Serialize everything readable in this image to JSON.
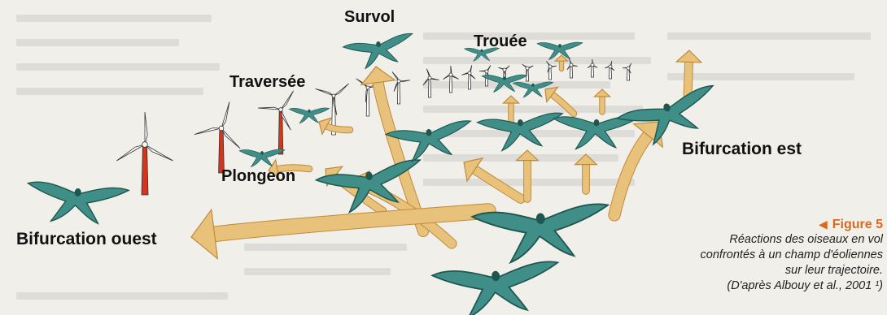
{
  "labels": {
    "survol": "Survol",
    "trouee": "Trouée",
    "traversee": "Traversée",
    "plongeon": "Plongeon",
    "bifurcation_est": "Bifurcation est",
    "bifurcation_ouest": "Bifurcation ouest"
  },
  "caption": {
    "figure": "Figure 5",
    "line1": "Réactions des oiseaux en vol",
    "line2": "confrontés à un champ d'éoliennes",
    "line3": "sur leur trajectoire.",
    "source": "(D'après Albouy et al., 2001 ¹)"
  },
  "colors": {
    "bird": "#3f8f88",
    "bird_dark": "#1f5650",
    "arrow": "#e8c27a",
    "arrow_dark": "#c08a3a",
    "turbine": "#ffffff",
    "mast_red": "#d4361c",
    "accent": "#d96a1b"
  }
}
